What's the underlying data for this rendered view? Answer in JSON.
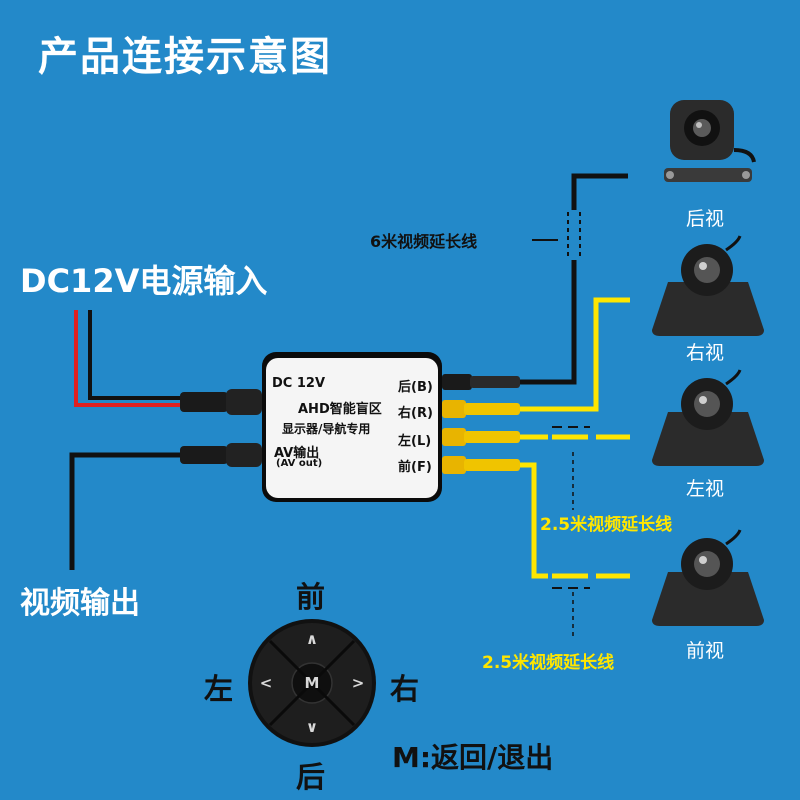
{
  "title": "产品连接示意图",
  "power_input_label": "DC12V电源输入",
  "video_output_label": "视频输出",
  "module": {
    "voltage": "DC 12V",
    "line1": "AHD智能盲区",
    "line2": "显示器/导航专用",
    "av_out": "AV输出",
    "av_out_en": "(AV out)",
    "ports": [
      "后(B)",
      "右(R)",
      "左(L)",
      "前(F)"
    ]
  },
  "cameras": [
    {
      "label": "后视",
      "icon": "rear-license-camera-icon"
    },
    {
      "label": "右视",
      "icon": "side-camera-icon"
    },
    {
      "label": "左视",
      "icon": "side-camera-icon"
    },
    {
      "label": "前视",
      "icon": "side-camera-icon"
    }
  ],
  "extension_cables": {
    "rear": "6米视频延长线",
    "side_upper": "2.5米视频延长线",
    "side_lower": "2.5米视频延长线"
  },
  "remote": {
    "center": "M",
    "up": "∧",
    "down": "∨",
    "left": "<",
    "right": ">",
    "label_front": "前",
    "label_back": "后",
    "label_left": "左",
    "label_right": "右",
    "note": "M:返回/退出"
  },
  "colors": {
    "background": "#2389c9",
    "video_cable_yellow": "#ffe600",
    "power_red": "#e02020",
    "cable_black": "#111111",
    "title_text": "#ffffff"
  }
}
